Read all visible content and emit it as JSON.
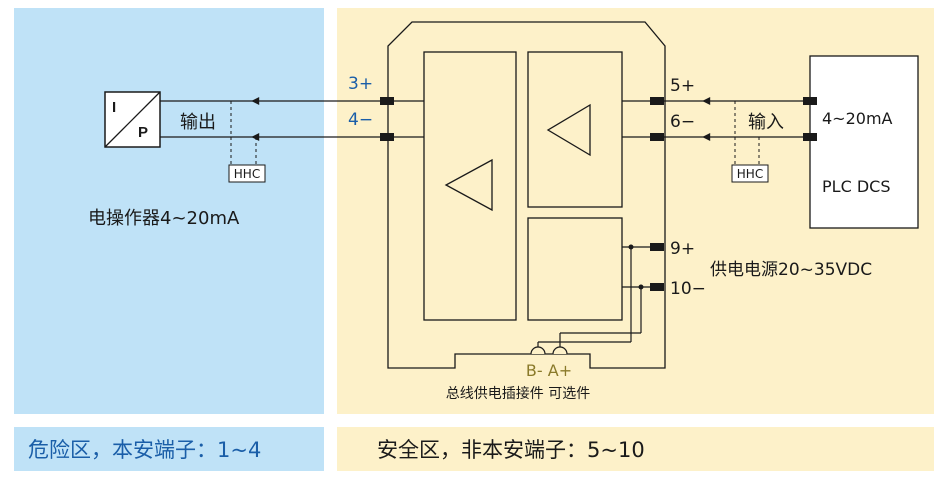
{
  "hazard_side": {
    "actuator_symbol": {
      "top": "I",
      "bottom": "P"
    },
    "output_label": "输出",
    "hhc_label": "HHC",
    "actuator_caption": "电操作器4~20mA"
  },
  "module": {
    "terminals": {
      "t3": "3+",
      "t4": "4−",
      "t5": "5+",
      "t6": "6−",
      "t9": "9+",
      "t10": "10−"
    },
    "bus_pins": "B- A+",
    "bus_caption": "总线供电插接件 可选件"
  },
  "safe_side": {
    "input_label": "输入",
    "hhc_label": "HHC",
    "signal_label": "4~20mA",
    "plc_label": "PLC DCS",
    "power_label": "供电电源20~35VDC"
  },
  "footer": {
    "hazard_text": "危险区，本安端子：1~4",
    "safe_text": "安全区，非本安端子：5~10"
  },
  "colors": {
    "hazard_bg": "#bfe2f7",
    "safe_bg": "#fdf1c9",
    "terminal_blue": "#1a5ea8",
    "bus_olive": "#8a7a2a"
  }
}
